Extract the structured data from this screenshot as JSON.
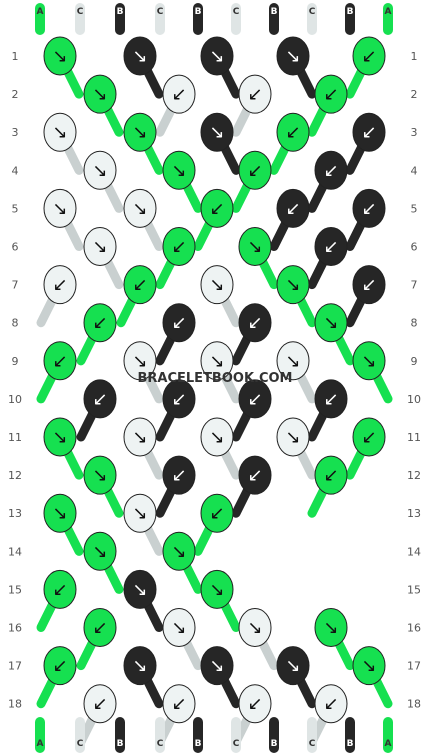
{
  "watermark": "BRACELETBOOK.COM",
  "colors": {
    "A": "#16e050",
    "B": "#262626",
    "C": "#eef3f3"
  },
  "threads_top": [
    "A",
    "C",
    "B",
    "C",
    "B",
    "C",
    "B",
    "C",
    "B",
    "A"
  ],
  "threads_bottom": [
    "A",
    "C",
    "B",
    "C",
    "B",
    "C",
    "B",
    "C",
    "B",
    "A"
  ],
  "row_numbers": [
    "1",
    "2",
    "3",
    "4",
    "5",
    "6",
    "7",
    "8",
    "9",
    "10",
    "11",
    "12",
    "13",
    "14",
    "15",
    "16",
    "17",
    "18"
  ],
  "knot_rows": [
    [
      {
        "c": "A",
        "d": "↘"
      },
      {
        "c": "B",
        "d": "↘"
      },
      {
        "c": "B",
        "d": "↘"
      },
      {
        "c": "B",
        "d": "↘"
      },
      {
        "c": "A",
        "d": "↙"
      }
    ],
    [
      {
        "c": "A",
        "d": "↘"
      },
      {
        "c": "C",
        "d": "↙"
      },
      {
        "c": "C",
        "d": "↙"
      },
      {
        "c": "A",
        "d": "↙"
      }
    ],
    [
      {
        "c": "C",
        "d": "↘"
      },
      {
        "c": "A",
        "d": "↘"
      },
      {
        "c": "B",
        "d": "↘"
      },
      {
        "c": "A",
        "d": "↙"
      },
      {
        "c": "B",
        "d": "↙"
      }
    ],
    [
      {
        "c": "C",
        "d": "↘"
      },
      {
        "c": "A",
        "d": "↘"
      },
      {
        "c": "A",
        "d": "↙"
      },
      {
        "c": "B",
        "d": "↙"
      }
    ],
    [
      {
        "c": "C",
        "d": "↘"
      },
      {
        "c": "C",
        "d": "↘"
      },
      {
        "c": "A",
        "d": "↙"
      },
      {
        "c": "B",
        "d": "↙"
      },
      {
        "c": "B",
        "d": "↙"
      }
    ],
    [
      {
        "c": "C",
        "d": "↘"
      },
      {
        "c": "A",
        "d": "↙"
      },
      {
        "c": "A",
        "d": "↘"
      },
      {
        "c": "B",
        "d": "↙"
      }
    ],
    [
      {
        "c": "C",
        "d": "↙"
      },
      {
        "c": "A",
        "d": "↙"
      },
      {
        "c": "C",
        "d": "↘"
      },
      {
        "c": "A",
        "d": "↘"
      },
      {
        "c": "B",
        "d": "↙"
      }
    ],
    [
      {
        "c": "A",
        "d": "↙"
      },
      {
        "c": "B",
        "d": "↙"
      },
      {
        "c": "B",
        "d": "↙"
      },
      {
        "c": "A",
        "d": "↘"
      }
    ],
    [
      {
        "c": "A",
        "d": "↙"
      },
      {
        "c": "C",
        "d": "↘"
      },
      {
        "c": "C",
        "d": "↘"
      },
      {
        "c": "C",
        "d": "↘"
      },
      {
        "c": "A",
        "d": "↘"
      }
    ],
    [
      {
        "c": "B",
        "d": "↙"
      },
      {
        "c": "B",
        "d": "↙"
      },
      {
        "c": "B",
        "d": "↙"
      },
      {
        "c": "B",
        "d": "↙"
      }
    ],
    [
      {
        "c": "A",
        "d": "↘"
      },
      {
        "c": "C",
        "d": "↘"
      },
      {
        "c": "C",
        "d": "↘"
      },
      {
        "c": "C",
        "d": "↘"
      },
      {
        "c": "A",
        "d": "↙"
      }
    ],
    [
      {
        "c": "A",
        "d": "↘"
      },
      {
        "c": "B",
        "d": "↙"
      },
      {
        "c": "B",
        "d": "↙"
      },
      {
        "c": "A",
        "d": "↙"
      }
    ],
    [
      {
        "c": "A",
        "d": "↘"
      },
      {
        "c": "C",
        "d": "↘"
      },
      {
        "c": "A",
        "d": "↙"
      }
    ],
    [
      {
        "c": "A",
        "d": "↘"
      },
      {
        "c": "A",
        "d": "↘"
      }
    ],
    [
      {
        "c": "A",
        "d": "↙"
      },
      {
        "c": "B",
        "d": "↘"
      },
      {
        "c": "A",
        "d": "↘"
      }
    ],
    [
      {
        "c": "A",
        "d": "↙"
      },
      {
        "c": "C",
        "d": "↘"
      },
      {
        "c": "C",
        "d": "↘"
      },
      {
        "c": "A",
        "d": "↘"
      }
    ],
    [
      {
        "c": "A",
        "d": "↙"
      },
      {
        "c": "B",
        "d": "↘"
      },
      {
        "c": "B",
        "d": "↘"
      },
      {
        "c": "B",
        "d": "↘"
      },
      {
        "c": "A",
        "d": "↘"
      }
    ],
    [
      {
        "c": "C",
        "d": "↙"
      },
      {
        "c": "C",
        "d": "↙"
      },
      {
        "c": "C",
        "d": "↙"
      },
      {
        "c": "C",
        "d": "↙"
      }
    ]
  ]
}
